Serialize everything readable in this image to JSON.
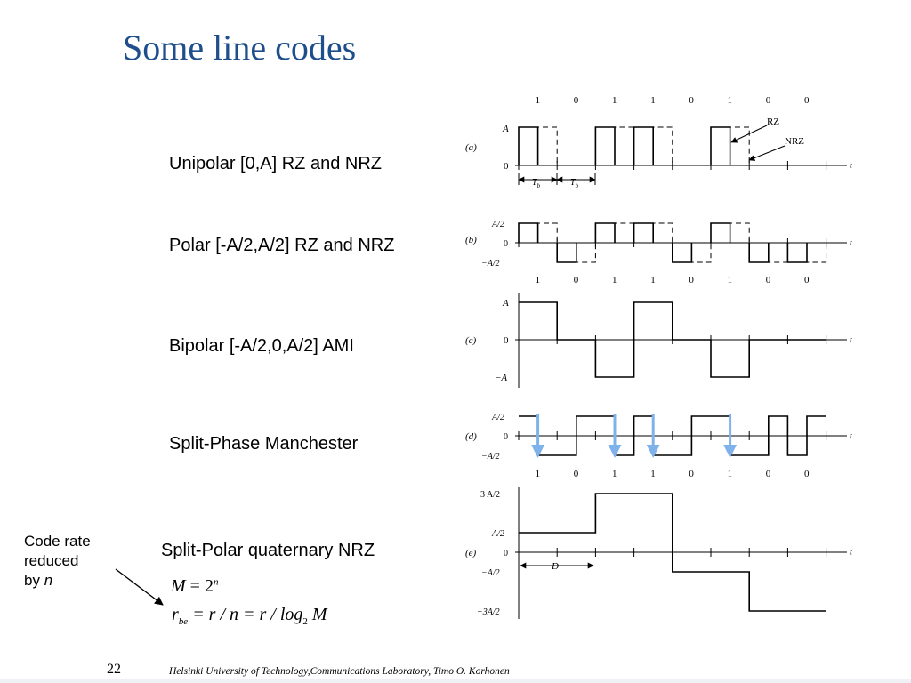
{
  "slide": {
    "title": "Some line codes",
    "page_number": "22",
    "footer": "Helsinki University of Technology,Communications Laboratory, Timo O. Korhonen"
  },
  "codes": {
    "unipolar": "Unipolar [0,A] RZ and NRZ",
    "polar": "Polar [-A/2,A/2] RZ and NRZ",
    "bipolar": "Bipolar [-A/2,0,A/2] AMI",
    "manchester": "Split-Phase Manchester",
    "quaternary": "Split-Polar quaternary NRZ"
  },
  "note": {
    "line1": "Code rate",
    "line2": "reduced",
    "line3_prefix": "by ",
    "line3_var": "n"
  },
  "equations": {
    "eq1_lhs": "M",
    "eq1_base": "= 2",
    "eq1_exp": "n",
    "eq2_r": "r",
    "eq2_sub": "be",
    "eq2_rhs": "= r / n = r / log",
    "eq2_log_sub": "2",
    "eq2_end": " M"
  },
  "bits": [
    "1",
    "0",
    "1",
    "1",
    "0",
    "1",
    "0",
    "0"
  ],
  "waveform_labels": {
    "a": {
      "tag": "(a)",
      "A": "A",
      "zero": "0",
      "rz": "RZ",
      "nrz": "NRZ",
      "tb": "T",
      "tb_sub": "b"
    },
    "b": {
      "tag": "(b)",
      "top": "A/2",
      "zero": "0",
      "bottom": "−A/2"
    },
    "c": {
      "tag": "(c)",
      "top": "A",
      "zero": "0",
      "bottom": "−A"
    },
    "d": {
      "tag": "(d)",
      "top": "A/2",
      "zero": "0",
      "bottom": "−A/2"
    },
    "e": {
      "tag": "(e)",
      "l3": "3 A/2",
      "l1": "A/2",
      "zero": "0",
      "lm1": "−A/2",
      "lm3": "−3A/2",
      "D": "D"
    },
    "t": "t"
  },
  "colors": {
    "title": "#1f4e8c",
    "arrow": "#7fb2ea"
  }
}
